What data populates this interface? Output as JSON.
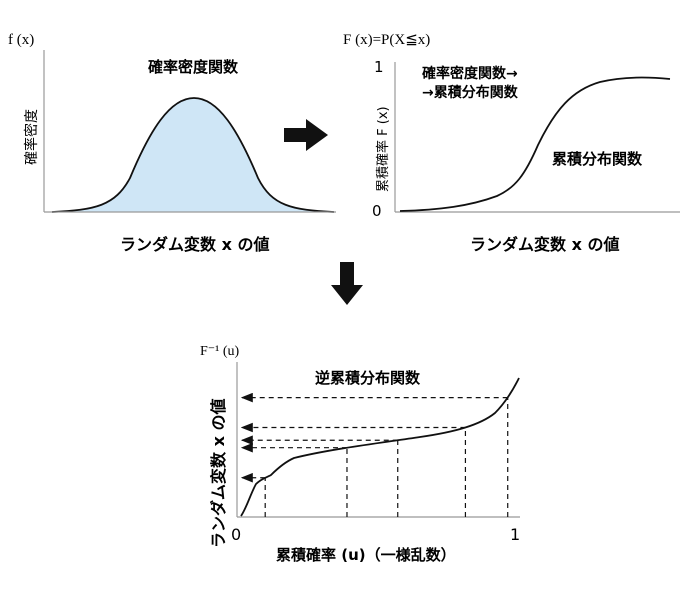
{
  "pdf_panel": {
    "y_axis_symbol": "f (x)",
    "y_axis_label": "確率密度",
    "curve_label": "確率密度関数",
    "x_axis_label": "ランダム変数 x の値"
  },
  "cdf_panel": {
    "y_axis_symbol": "F (x)=P(X≦x)",
    "y_axis_label": "累積確率 F (x)",
    "tick_top": "1",
    "tick_bottom": "0",
    "transform_label_line1": "確率密度関数→",
    "transform_label_line2": "→累積分布関数",
    "curve_label": "累積分布関数",
    "x_axis_label": "ランダム変数 x の値"
  },
  "inverse_panel": {
    "y_axis_symbol": "F⁻¹ (u)",
    "y_axis_label": "ランダム変数 x の値",
    "curve_label": "逆累積分布関数",
    "tick_left": "0",
    "tick_right": "1",
    "x_axis_label": "累積確率 (u)（一様乱数）",
    "sample_u": [
      0.1,
      0.39,
      0.57,
      0.81,
      0.96
    ]
  },
  "colors": {
    "pdf_fill": "#cfe6f6",
    "line": "#111111",
    "axis": "#999999"
  },
  "icons": [
    "arrow-right-icon",
    "arrow-down-icon"
  ]
}
